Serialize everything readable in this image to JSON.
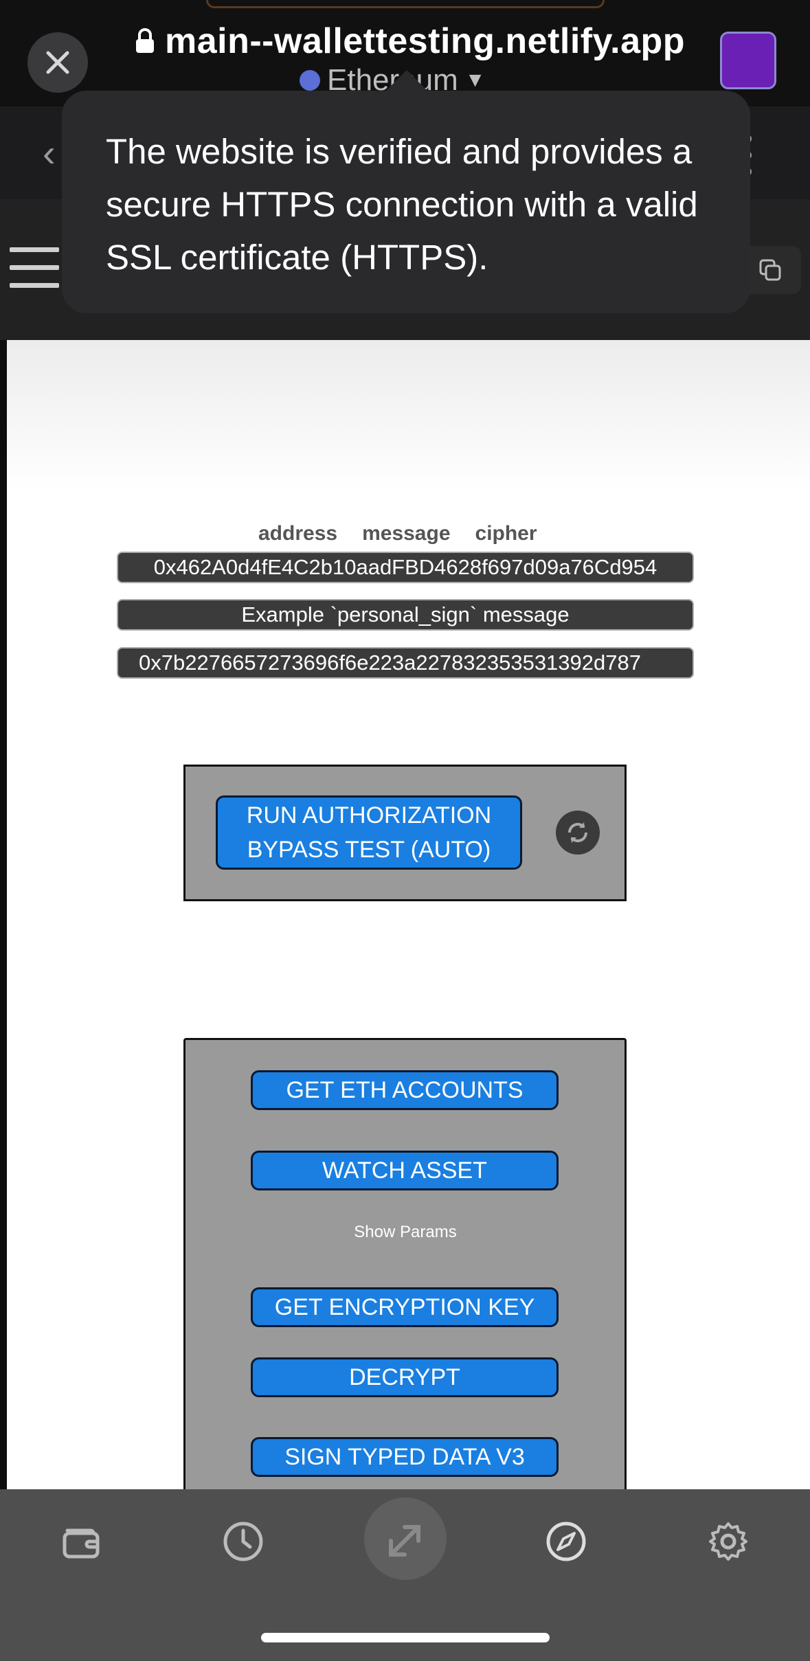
{
  "browser": {
    "url": "main--wallettesting.netlify.app",
    "network": "Ethereum",
    "avatar_color": "#6a1fb5"
  },
  "tooltip": {
    "text": "The website is verified and provides a secure HTTPS connection with a valid SSL certificate (HTTPS)."
  },
  "form": {
    "labels": [
      "address",
      "message",
      "cipher"
    ],
    "address_value": "0x462A0d4fE4C2b10aadFBD4628f697d09a76Cd954",
    "message_value": "Example `personal_sign` message",
    "cipher_value": "0x7b2276657273696f6e223a227832353531392d787"
  },
  "auth_panel": {
    "run_button": "RUN AUTHORIZATION BYPASS TEST (AUTO)"
  },
  "actions_panel": {
    "buttons": [
      "GET ETH ACCOUNTS",
      "WATCH ASSET",
      "GET ENCRYPTION KEY",
      "DECRYPT",
      "SIGN TYPED DATA V3"
    ],
    "show_params": "Show Params"
  },
  "tabbar": {
    "icons": [
      "wallet-icon",
      "history-icon",
      "swap-icon",
      "browser-icon",
      "settings-icon"
    ]
  },
  "colors": {
    "accent_button": "#1a7fe0",
    "panel_grey": "#9a9a9a"
  }
}
